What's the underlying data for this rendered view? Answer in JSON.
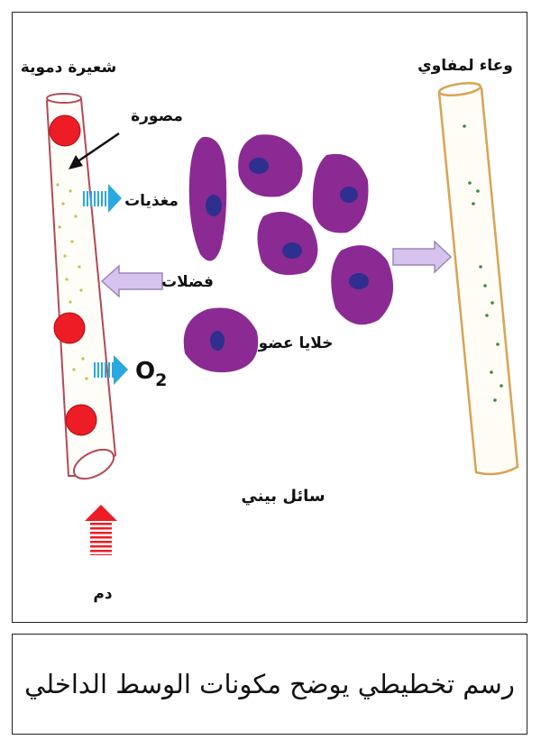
{
  "labels": {
    "capillary": "شعيرة دموية",
    "lymph_vessel": "وعاء لمفاوي",
    "red_cell": "مصورة",
    "nutrients": "مغذيات",
    "waste": "فضلات",
    "oxygen_main": "O",
    "oxygen_sub": "2",
    "organ_cells": "خلايا عضو",
    "interstitial_fluid": "سائل بيني",
    "blood": "دم"
  },
  "caption": "رسم تخطيطي يوضح مكونات الوسط الداخلي",
  "colors": {
    "capillary_wall": "#b24a55",
    "red_cell": "#ee1c24",
    "lymph_wall": "#d8a354",
    "cell_body": "#8b2a93",
    "cell_nucleus": "#2e2f8f",
    "arrow_blue": "#2aa8e0",
    "arrow_lilac": "#d6c3ee",
    "arrow_red": "#ee1c24",
    "dots_yellow": "#c7c04a",
    "dots_green": "#3b8a3b"
  }
}
